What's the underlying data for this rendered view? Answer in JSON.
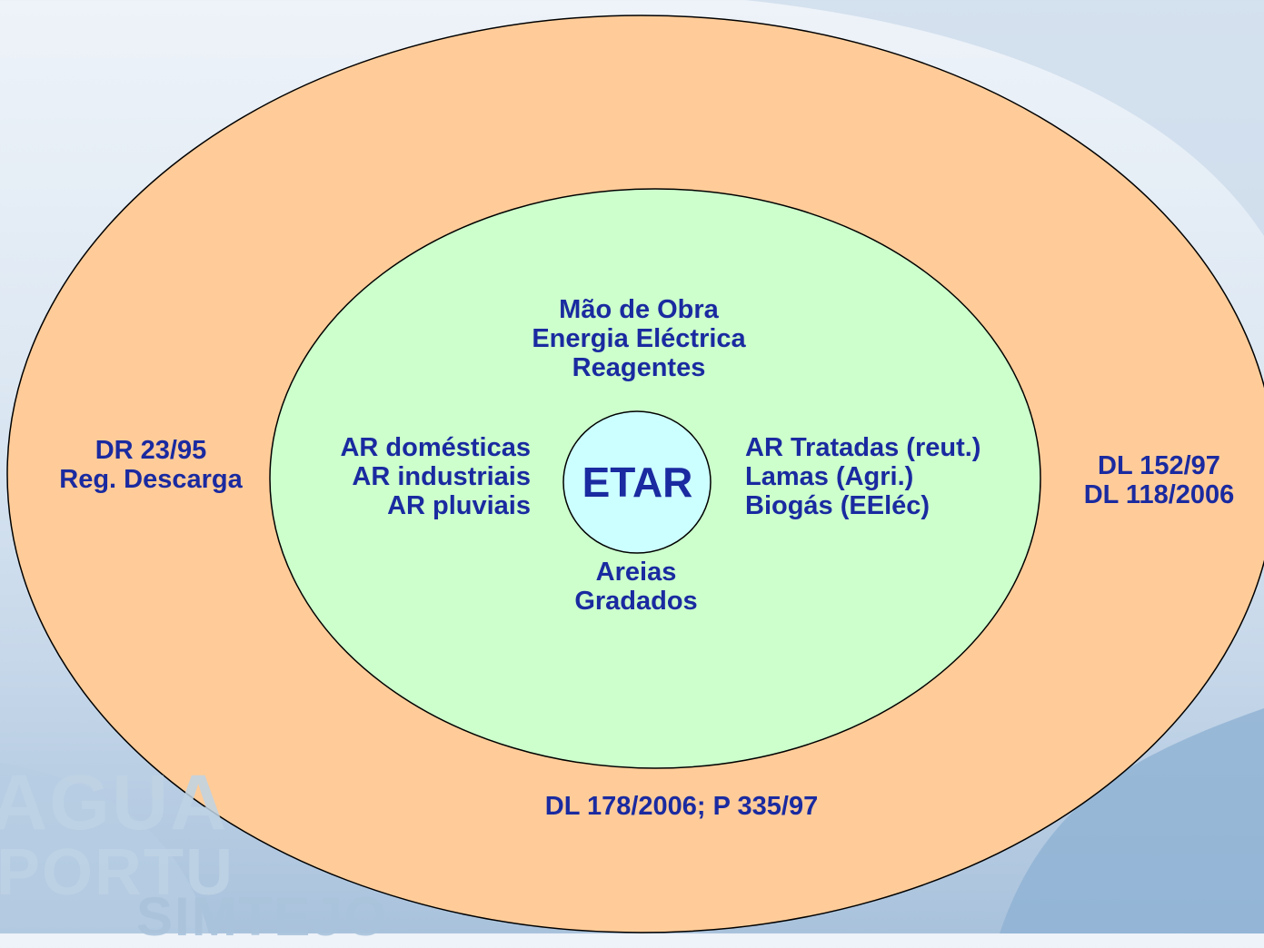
{
  "center": {
    "label": "ETAR"
  },
  "inner": {
    "top": [
      "Mão de Obra",
      "Energia Eléctrica",
      "Reagentes"
    ],
    "left": [
      "AR domésticas",
      "AR industriais",
      "AR pluviais"
    ],
    "right": [
      "AR Tratadas (reut.)",
      "Lamas (Agri.)",
      "Biogás (EEléc)"
    ],
    "bottom": [
      "Areias",
      "Gradados"
    ]
  },
  "outer": {
    "left": [
      "DR 23/95",
      "Reg. Descarga"
    ],
    "right": [
      "DL 152/97",
      "DL 118/2006"
    ],
    "bottom": "DL 178/2006; P 335/97"
  },
  "watermark": {
    "line1": "AGUA",
    "line2": "PORTU",
    "line3": "SIMTEJO"
  },
  "colors": {
    "outer_fill": "#ffcc99",
    "inner_fill": "#ccffcc",
    "center_fill": "#ccffff",
    "text": "#1a2aa0"
  }
}
